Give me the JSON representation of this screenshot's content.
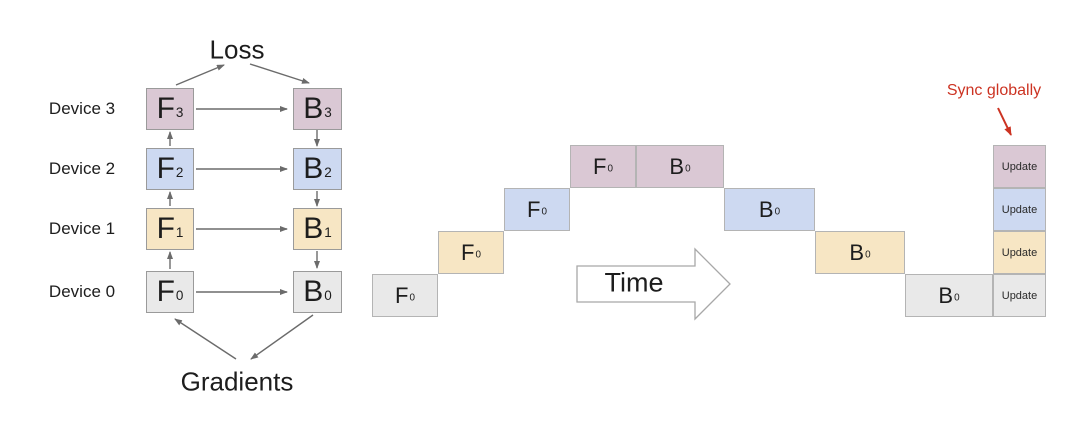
{
  "left": {
    "loss_label": "Loss",
    "gradients_label": "Gradients",
    "rows": [
      {
        "device": "Device 3",
        "f": "F",
        "f_sub": "3",
        "b": "B",
        "b_sub": "3"
      },
      {
        "device": "Device 2",
        "f": "F",
        "f_sub": "2",
        "b": "B",
        "b_sub": "2"
      },
      {
        "device": "Device 1",
        "f": "F",
        "f_sub": "1",
        "b": "B",
        "b_sub": "1"
      },
      {
        "device": "Device 0",
        "f": "F",
        "f_sub": "0",
        "b": "B",
        "b_sub": "0"
      }
    ]
  },
  "timeline": {
    "time_label": "Time",
    "sync_label": "Sync globally",
    "blocks": [
      {
        "id": "forward-device0",
        "text": "F",
        "sub": "0",
        "color": "#e9e9e9"
      },
      {
        "id": "forward-device1",
        "text": "F",
        "sub": "0",
        "color": "#f7e6c4"
      },
      {
        "id": "forward-device2",
        "text": "F",
        "sub": "0",
        "color": "#cdd9f1"
      },
      {
        "id": "forward-device3",
        "text": "F",
        "sub": "0",
        "color": "#dac8d4"
      },
      {
        "id": "backward-device3",
        "text": "B",
        "sub": "0",
        "color": "#dac8d4"
      },
      {
        "id": "backward-device2",
        "text": "B",
        "sub": "0",
        "color": "#cdd9f1"
      },
      {
        "id": "backward-device1",
        "text": "B",
        "sub": "0",
        "color": "#f7e6c4"
      },
      {
        "id": "backward-device0",
        "text": "B",
        "sub": "0",
        "color": "#e9e9e9"
      },
      {
        "id": "update-device3",
        "text": "Update",
        "color": "#dac8d4"
      },
      {
        "id": "update-device2",
        "text": "Update",
        "color": "#cdd9f1"
      },
      {
        "id": "update-device1",
        "text": "Update",
        "color": "#f7e6c4"
      },
      {
        "id": "update-device0",
        "text": "Update",
        "color": "#e9e9e9"
      }
    ]
  },
  "colors": {
    "device3_fill": "#dac8d4",
    "device2_fill": "#cdd9f1",
    "device1_fill": "#f7e6c4",
    "device0_fill": "#e9e9e9",
    "left_box_border": "#9a9a9a",
    "timeline_box_border": "#b4b4b4",
    "arrow_gray": "#6b6b6b",
    "time_arrow_outline": "#a8a8a8",
    "sync_red": "#cc3322",
    "text": "#1d1d1d"
  }
}
